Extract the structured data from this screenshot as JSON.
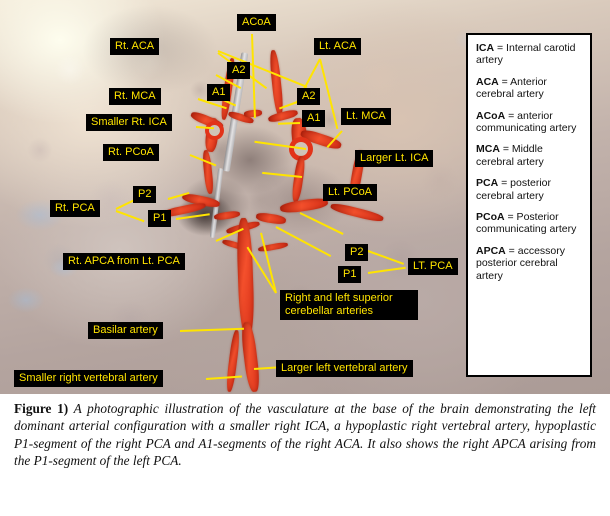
{
  "figure": {
    "caption_prefix": "Figure 1)",
    "caption_text": " A photographic illustration of the vasculature at the base of the brain demonstrating the left dominant arterial configuration with a smaller right ICA, a hypoplastic right vertebral artery, hypoplastic P1-segment of the right PCA and A1-segments of the right ACA. It also shows the right APCA arising from the P1-segment of the left PCA."
  },
  "colors": {
    "label_text": "#ffe400",
    "label_background": "#000000",
    "leader_line": "#ffe400",
    "artery": "#e23319",
    "legend_border": "#000000",
    "legend_background": "#ffffff"
  },
  "annotations": [
    {
      "id": "rt-aca",
      "text": "Rt. ACA"
    },
    {
      "id": "acoa",
      "text": "ACoA"
    },
    {
      "id": "lt-aca",
      "text": "Lt. ACA"
    },
    {
      "id": "a2-left",
      "text": "A2"
    },
    {
      "id": "a1-left",
      "text": "A1"
    },
    {
      "id": "a2-right",
      "text": "A2"
    },
    {
      "id": "a1-right",
      "text": "A1"
    },
    {
      "id": "rt-mca",
      "text": "Rt. MCA"
    },
    {
      "id": "lt-mca",
      "text": "Lt. MCA"
    },
    {
      "id": "smaller-rt-ica",
      "text": "Smaller Rt. ICA"
    },
    {
      "id": "larger-lt-ica",
      "text": "Larger Lt. ICA"
    },
    {
      "id": "rt-pcoa",
      "text": "Rt. PCoA"
    },
    {
      "id": "lt-pcoa",
      "text": "Lt. PCoA"
    },
    {
      "id": "p2-left",
      "text": "P2"
    },
    {
      "id": "p1-left",
      "text": "P1"
    },
    {
      "id": "rt-pca",
      "text": "Rt. PCA"
    },
    {
      "id": "p2-right",
      "text": "P2"
    },
    {
      "id": "p1-right",
      "text": "P1"
    },
    {
      "id": "lt-pca",
      "text": "LT. PCA"
    },
    {
      "id": "rt-apca",
      "text": "Rt. APCA from Lt. PCA"
    },
    {
      "id": "superior-cerebellar",
      "text": "Right and left superior cerebellar arteries"
    },
    {
      "id": "basilar",
      "text": "Basilar artery"
    },
    {
      "id": "smaller-right-vertebral",
      "text": "Smaller right vertebral artery"
    },
    {
      "id": "larger-left-vertebral",
      "text": "Larger left vertebral artery"
    }
  ],
  "legend": {
    "entries": [
      {
        "abbr": "ICA",
        "definition": " = Internal carotid artery"
      },
      {
        "abbr": "ACA",
        "definition": " = Anterior cerebral artery"
      },
      {
        "abbr": "ACoA",
        "definition": " = anterior communicating artery"
      },
      {
        "abbr": "MCA",
        "definition": " = Middle cerebral artery"
      },
      {
        "abbr": "PCA",
        "definition": " = posterior cerebral artery"
      },
      {
        "abbr": "PCoA",
        "definition": " = Posterior communicating artery"
      },
      {
        "abbr": "APCA",
        "definition": " = accessory posterior cerebral artery"
      }
    ]
  }
}
